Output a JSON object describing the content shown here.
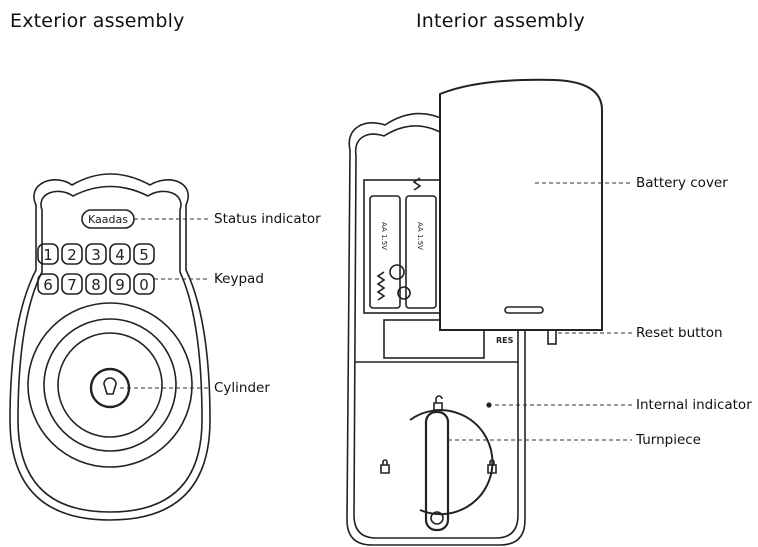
{
  "titles": {
    "exterior": "Exterior assembly",
    "interior": "Interior assembly"
  },
  "exterior_labels": {
    "status_indicator": "Status indicator",
    "keypad": "Keypad",
    "cylinder": "Cylinder"
  },
  "interior_labels": {
    "battery_cover": "Battery cover",
    "reset_button": "Reset button",
    "internal_indicator": "Internal indicator",
    "turnpiece": "Turnpiece"
  },
  "brand": {
    "logo_text": "Kaadas"
  },
  "keypad": {
    "keys_row1": [
      "1",
      "2",
      "3",
      "4",
      "5"
    ],
    "keys_row2": [
      "6",
      "7",
      "8",
      "9",
      "0"
    ]
  },
  "battery_text": {
    "battery_a": "AA 1.5V",
    "battery_b": "AA 1.5V",
    "reset_mark": "RES"
  }
}
